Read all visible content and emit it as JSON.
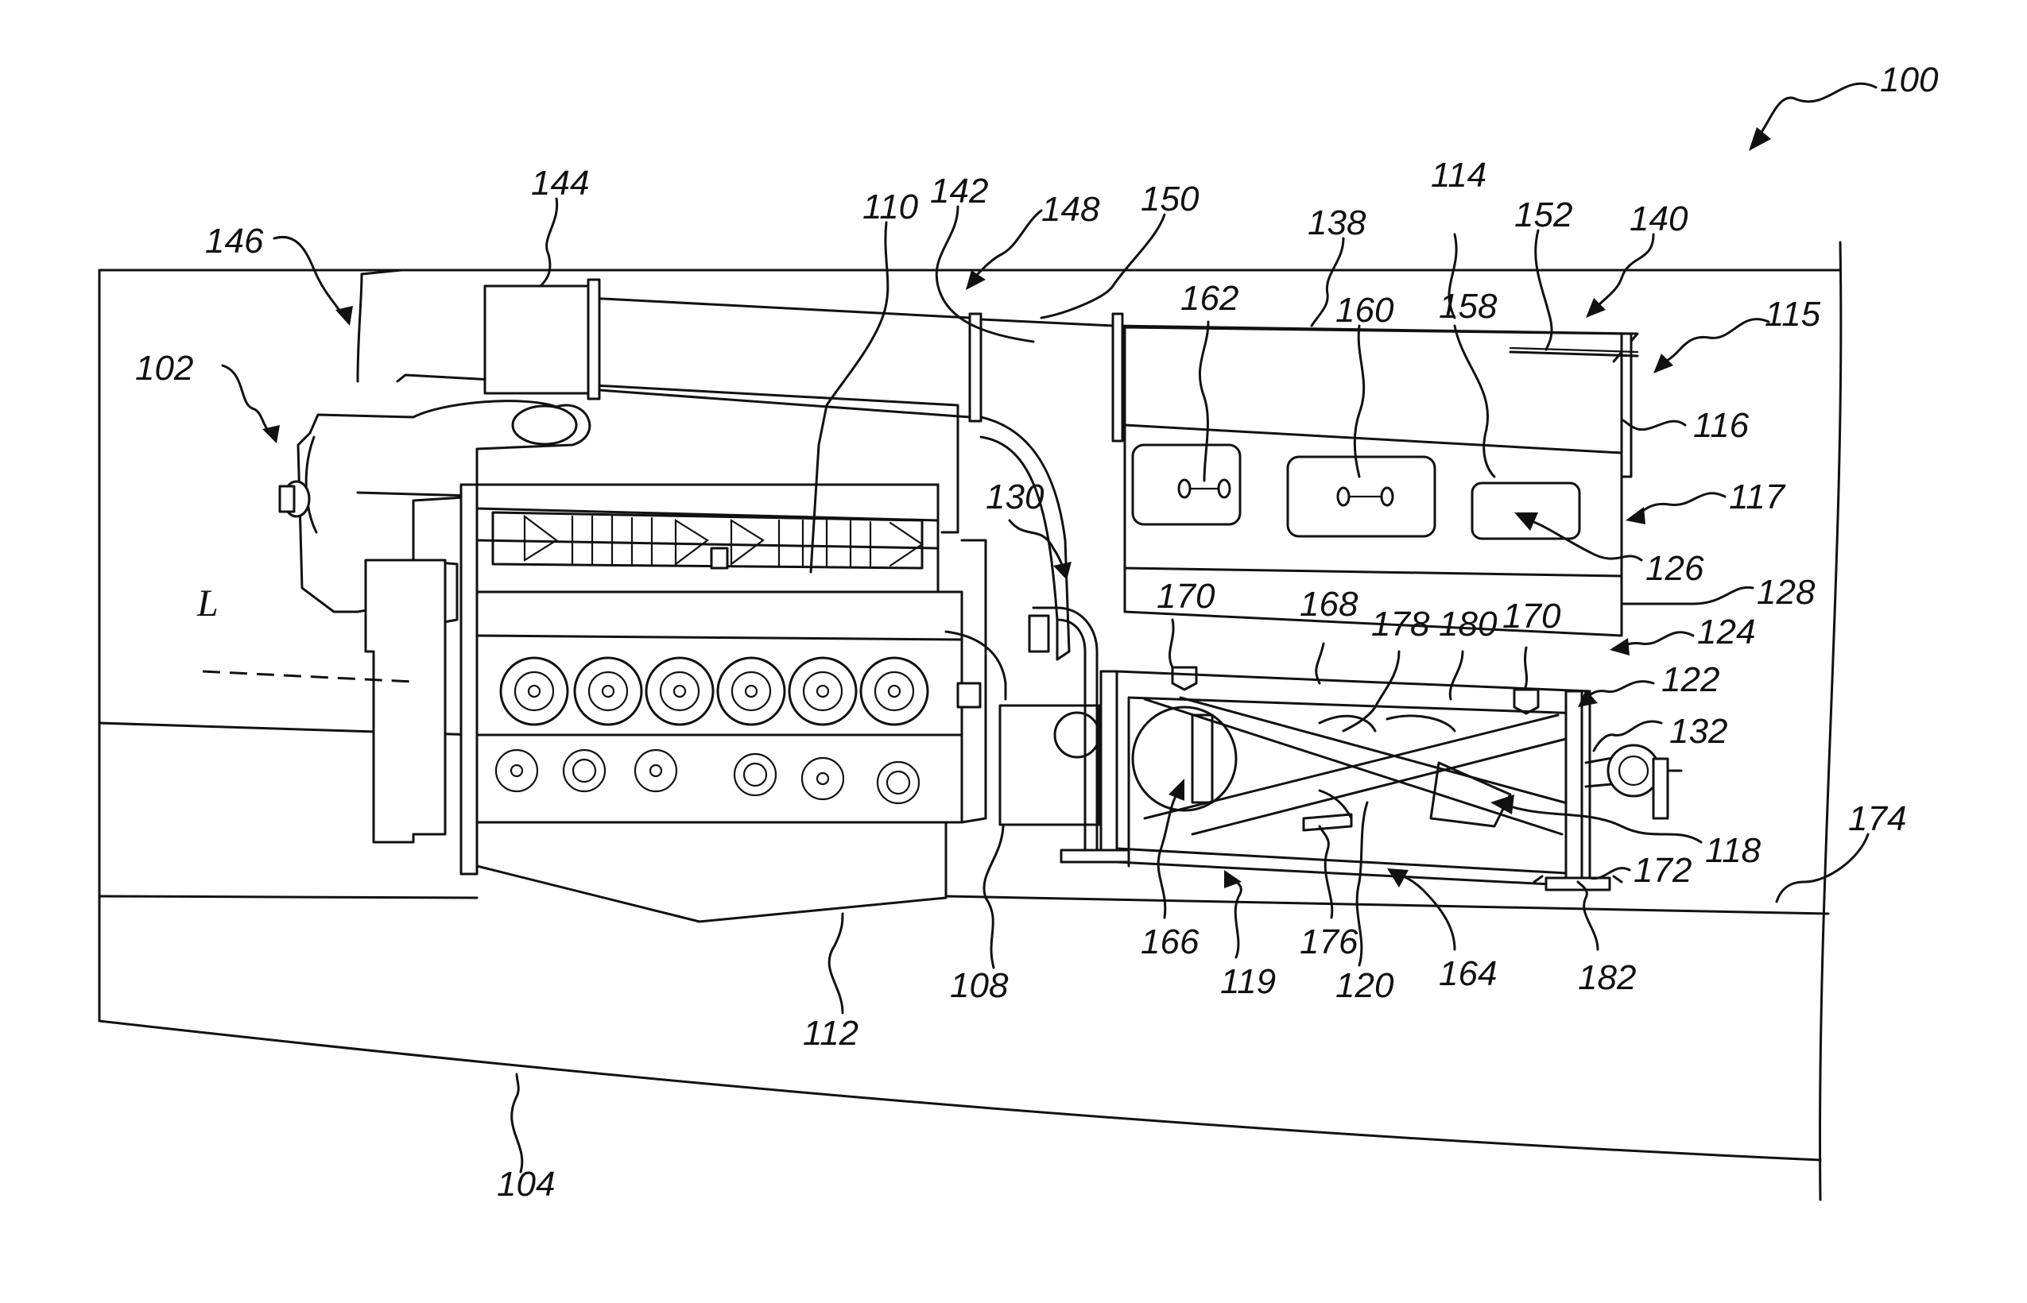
{
  "figure": {
    "labels": {
      "l100": "100",
      "l102": "102",
      "l104": "104",
      "l108": "108",
      "l110": "110",
      "l112": "112",
      "l114": "114",
      "l115": "115",
      "l116": "116",
      "l117": "117",
      "l118": "118",
      "l119": "119",
      "l120": "120",
      "l122": "122",
      "l124": "124",
      "l126": "126",
      "l128": "128",
      "l130": "130",
      "l132": "132",
      "l138": "138",
      "l140": "140",
      "l142": "142",
      "l144": "144",
      "l146": "146",
      "l148": "148",
      "l150": "150",
      "l152": "152",
      "l158": "158",
      "l160": "160",
      "l162": "162",
      "l164": "164",
      "l166": "166",
      "l168": "168",
      "l170a": "170",
      "l170b": "170",
      "l172": "172",
      "l174": "174",
      "l176": "176",
      "l178": "178",
      "l180": "180",
      "l182": "182",
      "axisL": "L"
    }
  }
}
